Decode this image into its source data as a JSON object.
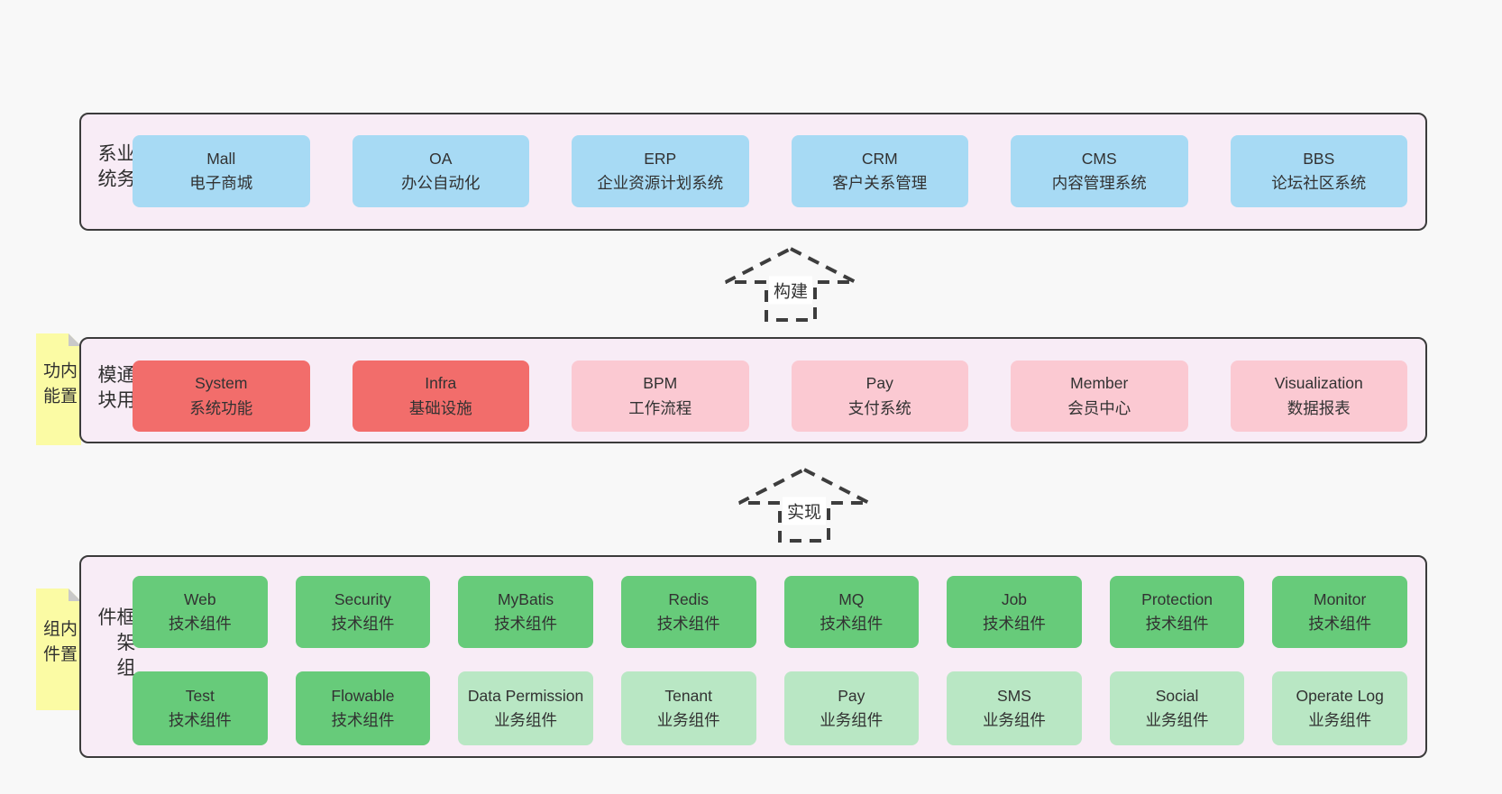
{
  "colors": {
    "page-bg": "#f8f8f8",
    "panel-bg": "#f8ecf6",
    "panel-border": "#3b3b3b",
    "blue": "#a7daf4",
    "red": "#f26d6b",
    "pink": "#fbc9d2",
    "green": "#67cb7a",
    "green-light": "#b9e7c4",
    "sticky-yellow": "#fbfba4",
    "fold-gray": "#c9c9c9",
    "arrow-stroke": "#3d3d3d",
    "text": "#333333"
  },
  "stickies": [
    {
      "label": "内置功能"
    },
    {
      "label": "内置组件"
    }
  ],
  "arrows": [
    {
      "label": "构建"
    },
    {
      "label": "实现"
    }
  ],
  "panels": [
    {
      "label": "业务系统",
      "boxes": [
        {
          "title": "Mall",
          "subtitle": "电子商城"
        },
        {
          "title": "OA",
          "subtitle": "办公自动化"
        },
        {
          "title": "ERP",
          "subtitle": "企业资源计划系统"
        },
        {
          "title": "CRM",
          "subtitle": "客户关系管理"
        },
        {
          "title": "CMS",
          "subtitle": "内容管理系统"
        },
        {
          "title": "BBS",
          "subtitle": "论坛社区系统"
        }
      ]
    },
    {
      "label": "通用模块",
      "boxes": [
        {
          "title": "System",
          "subtitle": "系统功能"
        },
        {
          "title": "Infra",
          "subtitle": "基础设施"
        },
        {
          "title": "BPM",
          "subtitle": "工作流程"
        },
        {
          "title": "Pay",
          "subtitle": "支付系统"
        },
        {
          "title": "Member",
          "subtitle": "会员中心"
        },
        {
          "title": "Visualization",
          "subtitle": "数据报表"
        }
      ]
    },
    {
      "label": "框架组件",
      "rows": [
        [
          {
            "title": "Web",
            "subtitle": "技术组件"
          },
          {
            "title": "Security",
            "subtitle": "技术组件"
          },
          {
            "title": "MyBatis",
            "subtitle": "技术组件"
          },
          {
            "title": "Redis",
            "subtitle": "技术组件"
          },
          {
            "title": "MQ",
            "subtitle": "技术组件"
          },
          {
            "title": "Job",
            "subtitle": "技术组件"
          },
          {
            "title": "Protection",
            "subtitle": "技术组件"
          },
          {
            "title": "Monitor",
            "subtitle": "技术组件"
          }
        ],
        [
          {
            "title": "Test",
            "subtitle": "技术组件"
          },
          {
            "title": "Flowable",
            "subtitle": "技术组件"
          },
          {
            "title": "Data Permission",
            "subtitle": "业务组件"
          },
          {
            "title": "Tenant",
            "subtitle": "业务组件"
          },
          {
            "title": "Pay",
            "subtitle": "业务组件"
          },
          {
            "title": "SMS",
            "subtitle": "业务组件"
          },
          {
            "title": "Social",
            "subtitle": "业务组件"
          },
          {
            "title": "Operate Log",
            "subtitle": "业务组件"
          }
        ]
      ]
    }
  ]
}
